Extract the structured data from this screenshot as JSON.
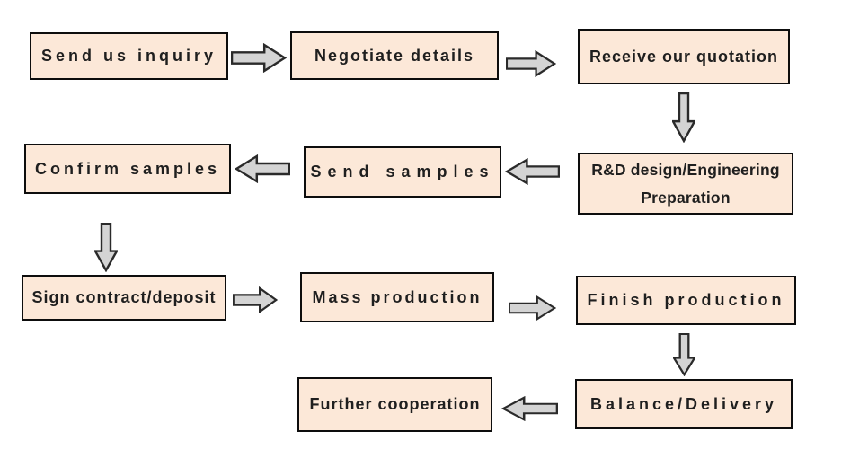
{
  "colors": {
    "background": "#ffffff",
    "box_fill": "#fce8d8",
    "box_border": "#0d0d0d",
    "text": "#1f1f1f",
    "arrow_fill": "#d4d4d4",
    "arrow_outline": "#2a2a2a"
  },
  "nodes": [
    {
      "id": "send-us-inquiry",
      "label": "Send us inquiry"
    },
    {
      "id": "negotiate-details",
      "label": "Negotiate details"
    },
    {
      "id": "receive-our-quotation",
      "label": "Receive our quotation"
    },
    {
      "id": "rd-design-engineering-preparation",
      "label": "R&D design/Engineering Preparation"
    },
    {
      "id": "send-samples",
      "label": "Send samples"
    },
    {
      "id": "confirm-samples",
      "label": "Confirm samples"
    },
    {
      "id": "sign-contract-deposit",
      "label": "Sign contract/deposit"
    },
    {
      "id": "mass-production",
      "label": "Mass production"
    },
    {
      "id": "finish-production",
      "label": "Finish production"
    },
    {
      "id": "balance-delivery",
      "label": "Balance/Delivery"
    },
    {
      "id": "further-cooperation",
      "label": "Further cooperation"
    }
  ],
  "arrows": [
    {
      "from": "send-us-inquiry",
      "to": "negotiate-details",
      "direction": "right"
    },
    {
      "from": "negotiate-details",
      "to": "receive-our-quotation",
      "direction": "right"
    },
    {
      "from": "receive-our-quotation",
      "to": "rd-design-engineering-preparation",
      "direction": "down"
    },
    {
      "from": "rd-design-engineering-preparation",
      "to": "send-samples",
      "direction": "left"
    },
    {
      "from": "send-samples",
      "to": "confirm-samples",
      "direction": "left"
    },
    {
      "from": "confirm-samples",
      "to": "sign-contract-deposit",
      "direction": "down"
    },
    {
      "from": "sign-contract-deposit",
      "to": "mass-production",
      "direction": "right"
    },
    {
      "from": "mass-production",
      "to": "finish-production",
      "direction": "right"
    },
    {
      "from": "finish-production",
      "to": "balance-delivery",
      "direction": "down"
    },
    {
      "from": "balance-delivery",
      "to": "further-cooperation",
      "direction": "left"
    }
  ]
}
